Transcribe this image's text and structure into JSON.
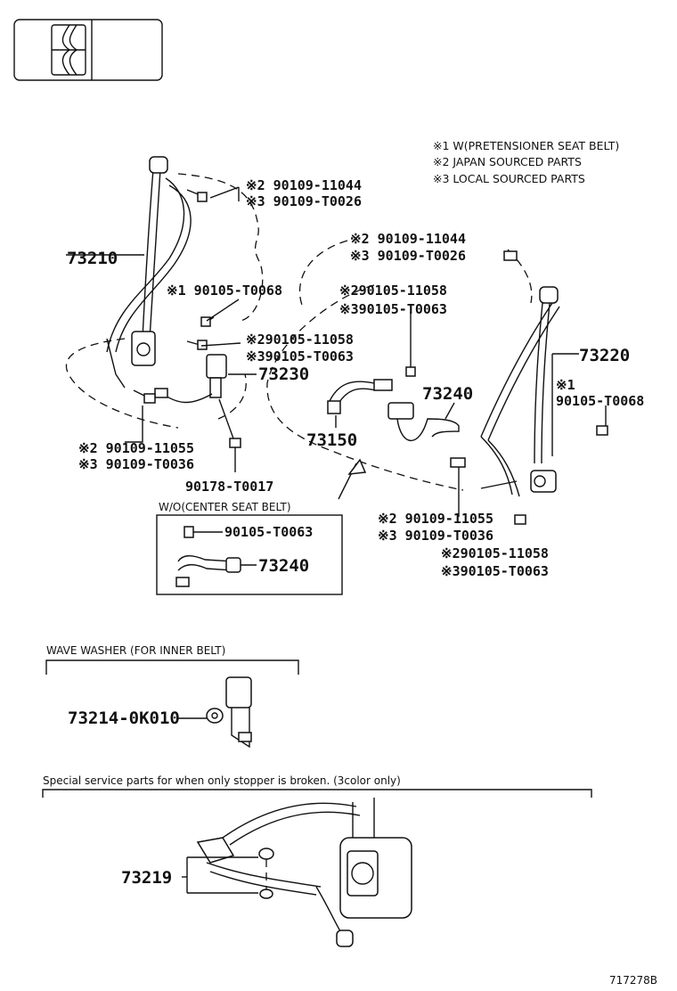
{
  "legend_notes": [
    "※1 W(PRETENSIONER SEAT BELT)",
    "※2 JAPAN SOURCED PARTS",
    "※3 LOCAL SOURCED PARTS"
  ],
  "left_assembly": {
    "belt": "73210",
    "bolt_top_2": "※2 90109-11044",
    "bolt_top_3": "※3 90109-T0026",
    "bolt_pre_1": "※1 90105-T0068",
    "bolt_mid_2": "※290105-11058",
    "bolt_mid_3": "※390105-T0063",
    "buckle": "73230",
    "bolt_low_2": "※2 90109-11055",
    "bolt_low_3": "※3 90109-T0036",
    "nut": "90178-T0017"
  },
  "center": {
    "buckle_73150": "73150",
    "buckle_73240": "73240",
    "bolt_2": "※290105-11058",
    "bolt_3": "※390105-T0063"
  },
  "right_assembly": {
    "bolt_top_2": "※2 90109-11044",
    "bolt_top_3": "※3 90109-T0026",
    "belt": "73220",
    "pre_mark": "※1",
    "bolt_pre": "90105-T0068",
    "bolt_low_2": "※2 90109-11055",
    "bolt_low_3": "※3 90109-T0036",
    "bolt_mid_2": "※290105-11058",
    "bolt_mid_3": "※390105-T0063"
  },
  "wo_center": {
    "title": "W/O(CENTER SEAT BELT)",
    "bolt": "90105-T0063",
    "buckle": "73240"
  },
  "wave_washer": {
    "title": "WAVE WASHER (FOR INNER BELT)",
    "part": "73214-0K010"
  },
  "special": {
    "title": "Special service parts for when only stopper is broken. (3color only)",
    "part": "73219"
  },
  "figure_id": "717278B"
}
